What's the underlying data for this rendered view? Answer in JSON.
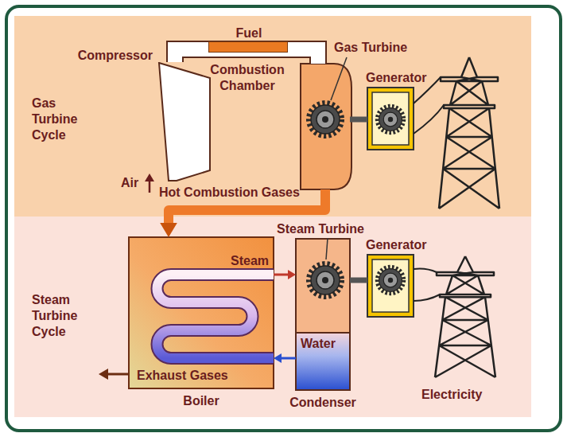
{
  "diagram": {
    "nodes": [
      {
        "text": [
          "Gas Turbine Cycle"
        ]
      },
      {
        "text": [
          "Compressor"
        ],
        "in": 0
      },
      {
        "text": [
          "Fuel"
        ],
        "in": 0
      },
      {
        "text": [
          "Combustion Chamber"
        ],
        "in": 0
      },
      {
        "text": [
          "Gas Turbine"
        ],
        "in": 0
      },
      {
        "text": [
          "Generator"
        ],
        "in": 0
      },
      {
        "text": [
          "Steam Turbine Cycle"
        ]
      },
      {
        "text": [
          "Boiler"
        ],
        "in": 6
      },
      {
        "text": [
          "Steam Turbine"
        ],
        "in": 6
      },
      {
        "text": [
          "Generator"
        ],
        "in": 6
      },
      {
        "text": [
          "Condenser"
        ],
        "in": 6
      }
    ],
    "edges": [
      {
        "from": 1,
        "to": 3,
        "arrow": "none"
      },
      {
        "from": 3,
        "to": 4,
        "arrow": "none"
      },
      {
        "from": 4,
        "to": 5,
        "arrow": "none"
      },
      {
        "from": 4,
        "to": 7,
        "label": "Hot Combustion Gases",
        "arrow": "to"
      },
      {
        "from": 7,
        "to": 8,
        "label": "Steam",
        "arrow": "to"
      },
      {
        "from": 8,
        "to": 9,
        "arrow": "none"
      },
      {
        "from": 10,
        "to": 7,
        "label": "Water",
        "arrow": "to"
      }
    ],
    "labels": [
      "Air",
      "Exhaust Gases",
      "Electricity"
    ]
  }
}
